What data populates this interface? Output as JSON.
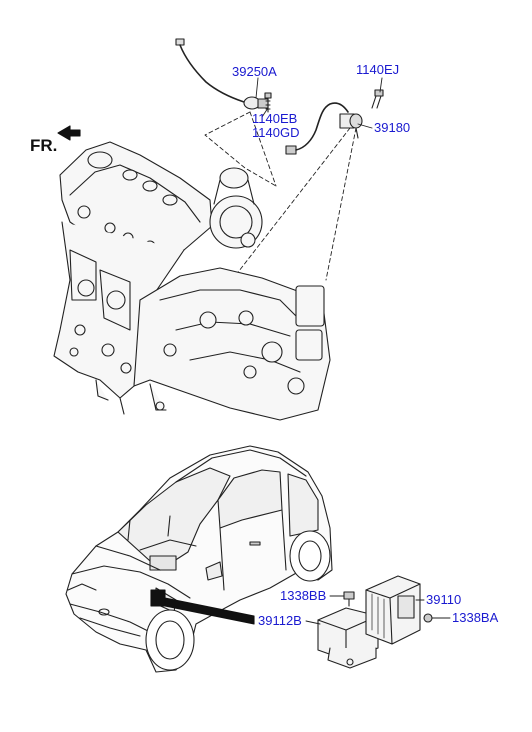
{
  "direction_label": "FR.",
  "callouts": {
    "p39250A": "39250A",
    "p1140EB": "1140EB",
    "p1140GD": "1140GD",
    "p1140EJ": "1140EJ",
    "p39180": "39180",
    "p1338BB": "1338BB",
    "p39110": "39110",
    "p39112B": "39112B",
    "p1338BA": "1338BA"
  },
  "colors": {
    "callout_text": "#1a1ad0",
    "line_art": "#222222",
    "fill_light": "#f4f4f4"
  },
  "components": [
    "engine-transmission-assembly",
    "oxygen-sensor-front",
    "oxygen-sensor-rear",
    "vehicle-hatchback",
    "engine-control-module",
    "ecm-bracket"
  ]
}
